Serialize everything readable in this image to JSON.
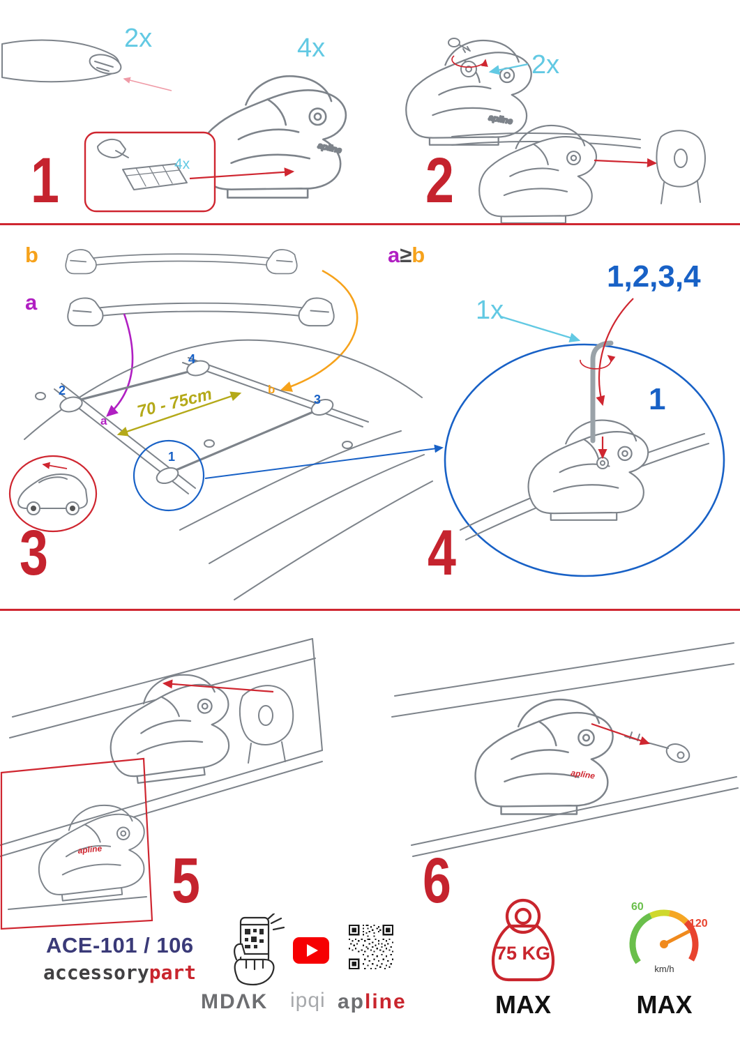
{
  "document": {
    "type": "roof-rack-installation-manual"
  },
  "steps": {
    "s1": {
      "number": "1",
      "bar_qty": "2x",
      "foot_qty": "4x",
      "pad_qty": "4x"
    },
    "s2": {
      "number": "2",
      "lock_qty": "2x"
    },
    "s3": {
      "number": "3",
      "bar_label_b": "b",
      "bar_label_a": "a",
      "roof_label_a": "a",
      "roof_label_b": "b",
      "pos_1": "1",
      "pos_2": "2",
      "pos_3": "3",
      "pos_4": "4",
      "distance": "70 - 75cm"
    },
    "s4": {
      "number": "4",
      "cond_a": "a",
      "cond_op": "≥",
      "cond_b": "b",
      "sequence": "1,2,3,4",
      "tool_qty": "1x",
      "first_pos": "1"
    },
    "s5": {
      "number": "5"
    },
    "s6": {
      "number": "6"
    }
  },
  "branding": {
    "foot_logo": "apline",
    "product_code": "ACE-101 / 106",
    "brand_accessory": "accessory",
    "brand_part": "part",
    "partner_mdak": "MDΛK",
    "partner_ipqi": "ipqi",
    "apline_prefix": "ap",
    "apline_suffix": "line"
  },
  "limits": {
    "weight_value": "75 KG",
    "weight_max_label": "MAX",
    "speed_tick_low": "60",
    "speed_tick_high": "120",
    "speed_unit": "km/h",
    "speed_max_label": "MAX"
  },
  "colors": {
    "step_number_red": "#c5232e",
    "divider_red": "#cf2630",
    "quantity_cyan": "#62c9e3",
    "position_blue": "#1861c6",
    "label_purple": "#b01fc2",
    "label_orange": "#f6a21b",
    "dimension_olive": "#b4a919",
    "product_navy": "#3a3a78",
    "brand_red": "#c9252d",
    "brand_gray": "#6d6e71"
  }
}
